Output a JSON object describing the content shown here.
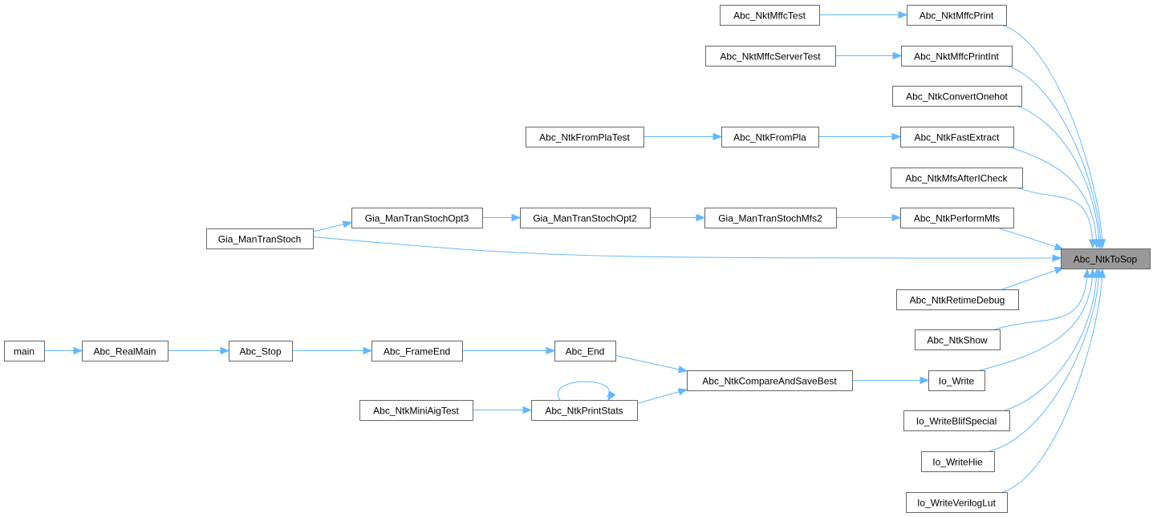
{
  "graph": {
    "focus": "Abc_NtkToSop",
    "colors": {
      "edge": "#63b8ff",
      "node_border": "#666666",
      "focus_fill": "#999999",
      "node_fill": "#ffffff"
    },
    "nodes": [
      {
        "id": "n_focus",
        "label": "Abc_NtkToSop",
        "focus": true
      },
      {
        "id": "n_mffcprint",
        "label": "Abc_NktMffcPrint"
      },
      {
        "id": "n_mffctest",
        "label": "Abc_NktMffcTest"
      },
      {
        "id": "n_mffcprintint",
        "label": "Abc_NktMffcPrintInt"
      },
      {
        "id": "n_mffcservertest",
        "label": "Abc_NktMffcServerTest"
      },
      {
        "id": "n_convertonehot",
        "label": "Abc_NtkConvertOnehot"
      },
      {
        "id": "n_fastextract",
        "label": "Abc_NtkFastExtract"
      },
      {
        "id": "n_frompla",
        "label": "Abc_NtkFromPla"
      },
      {
        "id": "n_fromplatest",
        "label": "Abc_NtkFromPlaTest"
      },
      {
        "id": "n_mfsafter",
        "label": "Abc_NtkMfsAfterICheck"
      },
      {
        "id": "n_performmfs",
        "label": "Abc_NtkPerformMfs"
      },
      {
        "id": "n_gmfs2",
        "label": "Gia_ManTranStochMfs2"
      },
      {
        "id": "n_gopt2",
        "label": "Gia_ManTranStochOpt2"
      },
      {
        "id": "n_gopt3",
        "label": "Gia_ManTranStochOpt3"
      },
      {
        "id": "n_gstoch",
        "label": "Gia_ManTranStoch"
      },
      {
        "id": "n_retime",
        "label": "Abc_NtkRetimeDebug"
      },
      {
        "id": "n_show",
        "label": "Abc_NtkShow"
      },
      {
        "id": "n_iowrite",
        "label": "Io_Write"
      },
      {
        "id": "n_compare",
        "label": "Abc_NtkCompareAndSaveBest"
      },
      {
        "id": "n_end",
        "label": "Abc_End"
      },
      {
        "id": "n_frameend",
        "label": "Abc_FrameEnd"
      },
      {
        "id": "n_stop",
        "label": "Abc_Stop"
      },
      {
        "id": "n_realmain",
        "label": "Abc_RealMain"
      },
      {
        "id": "n_main",
        "label": "main"
      },
      {
        "id": "n_printstats",
        "label": "Abc_NtkPrintStats"
      },
      {
        "id": "n_miniaig",
        "label": "Abc_NtkMiniAigTest"
      },
      {
        "id": "n_blifspecial",
        "label": "Io_WriteBlifSpecial"
      },
      {
        "id": "n_writehie",
        "label": "Io_WriteHie"
      },
      {
        "id": "n_veriloglut",
        "label": "Io_WriteVerilogLut"
      }
    ],
    "edges": [
      {
        "from": "n_mffctest",
        "to": "n_mffcprint"
      },
      {
        "from": "n_mffcservertest",
        "to": "n_mffcprintint"
      },
      {
        "from": "n_fromplatest",
        "to": "n_frompla"
      },
      {
        "from": "n_frompla",
        "to": "n_fastextract"
      },
      {
        "from": "n_gstoch",
        "to": "n_gopt3"
      },
      {
        "from": "n_gopt3",
        "to": "n_gopt2"
      },
      {
        "from": "n_gopt2",
        "to": "n_gmfs2"
      },
      {
        "from": "n_gmfs2",
        "to": "n_performmfs"
      },
      {
        "from": "n_gstoch",
        "to": "n_focus"
      },
      {
        "from": "n_main",
        "to": "n_realmain"
      },
      {
        "from": "n_realmain",
        "to": "n_stop"
      },
      {
        "from": "n_stop",
        "to": "n_frameend"
      },
      {
        "from": "n_frameend",
        "to": "n_end"
      },
      {
        "from": "n_end",
        "to": "n_compare"
      },
      {
        "from": "n_printstats",
        "to": "n_compare"
      },
      {
        "from": "n_printstats",
        "to": "n_printstats"
      },
      {
        "from": "n_miniaig",
        "to": "n_printstats"
      },
      {
        "from": "n_compare",
        "to": "n_iowrite"
      },
      {
        "from": "n_mffcprint",
        "to": "n_focus"
      },
      {
        "from": "n_mffcprintint",
        "to": "n_focus"
      },
      {
        "from": "n_convertonehot",
        "to": "n_focus"
      },
      {
        "from": "n_fastextract",
        "to": "n_focus"
      },
      {
        "from": "n_mfsafter",
        "to": "n_focus"
      },
      {
        "from": "n_performmfs",
        "to": "n_focus"
      },
      {
        "from": "n_retime",
        "to": "n_focus"
      },
      {
        "from": "n_show",
        "to": "n_focus"
      },
      {
        "from": "n_iowrite",
        "to": "n_focus"
      },
      {
        "from": "n_blifspecial",
        "to": "n_focus"
      },
      {
        "from": "n_writehie",
        "to": "n_focus"
      },
      {
        "from": "n_veriloglut",
        "to": "n_focus"
      }
    ]
  }
}
